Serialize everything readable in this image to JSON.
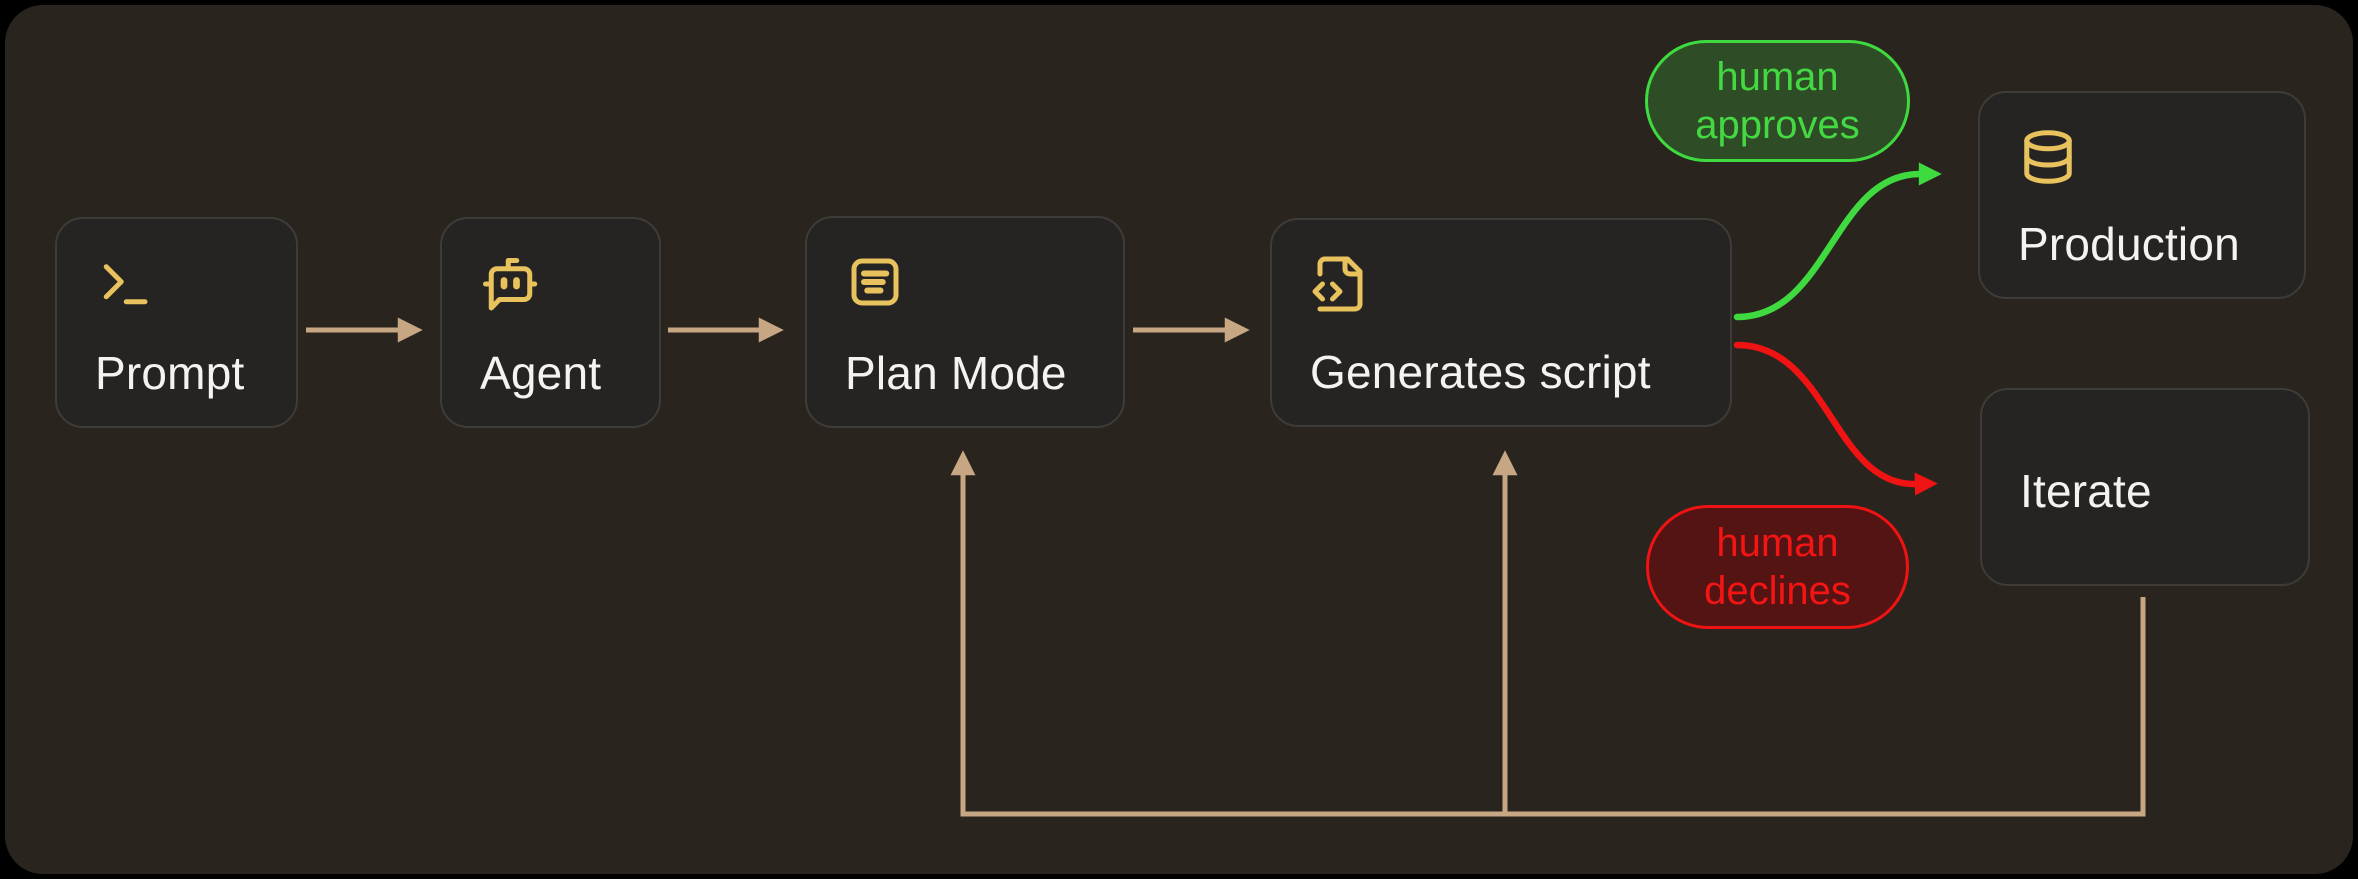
{
  "app": {
    "type": "workflow-diagram"
  },
  "colors": {
    "page_background": "#000000",
    "canvas_background": "#29251e",
    "node_fill": "#262422",
    "node_border": "#3e3c38",
    "node_text": "#f5f3f0",
    "icon_gold": "#e8c25d",
    "arrow_tan": "#c7a683",
    "approve_green": "#3fda3f",
    "approve_fill": "#2e4d26",
    "decline_red": "#ef1313",
    "decline_fill": "#541414"
  },
  "nodes": [
    {
      "id": "prompt",
      "label": "Prompt",
      "icon": "terminal-icon"
    },
    {
      "id": "agent",
      "label": "Agent",
      "icon": "bot-icon"
    },
    {
      "id": "plan-mode",
      "label": "Plan Mode",
      "icon": "notebook-icon"
    },
    {
      "id": "generates-script",
      "label": "Generates script",
      "icon": "file-code-icon"
    },
    {
      "id": "production",
      "label": "Production",
      "icon": "database-icon"
    },
    {
      "id": "iterate",
      "label": "Iterate",
      "icon": null
    }
  ],
  "pills": [
    {
      "id": "human-approves",
      "lines": [
        "human",
        "approves"
      ],
      "color": "#3fda3f"
    },
    {
      "id": "human-declines",
      "lines": [
        "human",
        "declines"
      ],
      "color": "#ef1313"
    }
  ],
  "edges": [
    {
      "from": "prompt",
      "to": "agent",
      "color": "tan",
      "style": "straight-arrow"
    },
    {
      "from": "agent",
      "to": "plan-mode",
      "color": "tan",
      "style": "straight-arrow"
    },
    {
      "from": "plan-mode",
      "to": "generates-script",
      "color": "tan",
      "style": "straight-arrow"
    },
    {
      "from": "generates-script",
      "to": "production",
      "color": "green",
      "label": "human approves",
      "style": "curved-arrow"
    },
    {
      "from": "generates-script",
      "to": "iterate",
      "color": "red",
      "label": "human declines",
      "style": "curved-arrow"
    },
    {
      "from": "iterate",
      "to": "plan-mode",
      "color": "tan",
      "style": "orthogonal-arrow"
    },
    {
      "from": "iterate",
      "to": "generates-script",
      "color": "tan",
      "style": "orthogonal-arrow"
    }
  ]
}
